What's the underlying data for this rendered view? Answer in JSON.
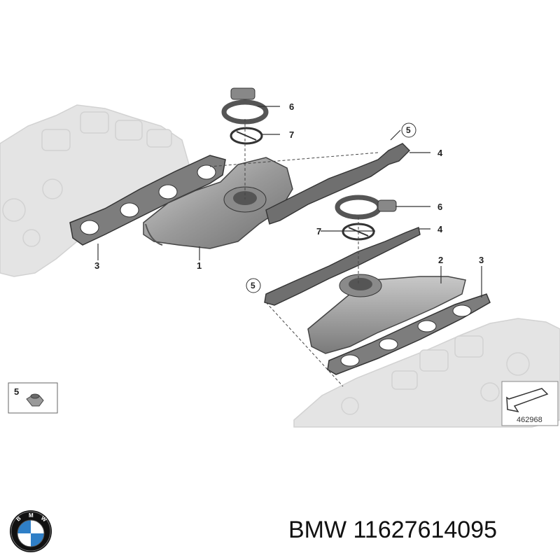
{
  "diagram": {
    "callouts": {
      "c1": "1",
      "c2": "2",
      "c3a": "3",
      "c3b": "3",
      "c4a": "4",
      "c4b": "4",
      "c5a": "5",
      "c5b": "5",
      "c6a": "6",
      "c6b": "6",
      "c7a": "7",
      "c7b": "7"
    },
    "nut_inset_label": "5",
    "figure_number": "462968"
  },
  "caption": {
    "brand": "BMW",
    "part_number": "11627614095"
  },
  "logo": {
    "letters": "BMW",
    "colors": {
      "blue": "#2f7fc7",
      "white": "#ffffff",
      "ring": "#111111"
    }
  }
}
